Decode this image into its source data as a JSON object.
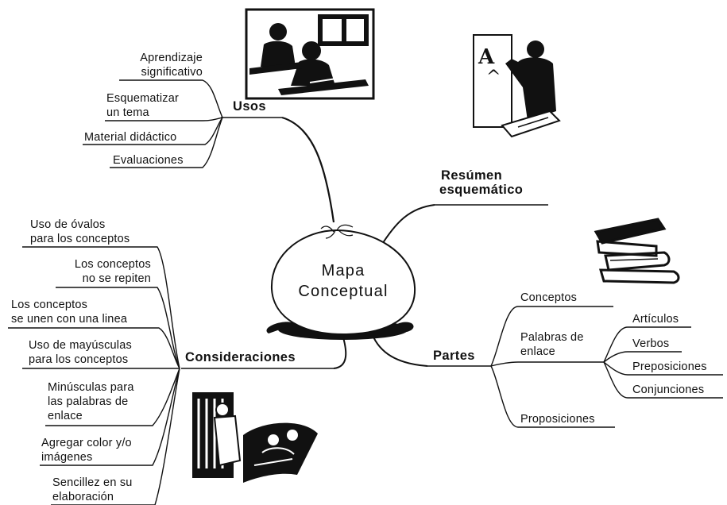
{
  "center": {
    "line1": "Mapa",
    "line2": "Conceptual"
  },
  "branches": {
    "usos": {
      "label": "Usos",
      "items": [
        {
          "l1": "Aprendizaje",
          "l2": "significativo"
        },
        {
          "l1": "Esquematizar",
          "l2": "un tema"
        },
        {
          "l1": "Material didáctico"
        },
        {
          "l1": "Evaluaciones"
        }
      ]
    },
    "resumen": {
      "line1": "Resúmen",
      "line2": "esquemático"
    },
    "partes": {
      "label": "Partes",
      "items": [
        {
          "l1": "Conceptos"
        },
        {
          "l1": "Palabras de",
          "l2": "enlace",
          "sub": [
            "Artículos",
            "Verbos",
            "Preposiciones",
            "Conjunciones"
          ]
        },
        {
          "l1": "Proposiciones"
        }
      ]
    },
    "consideraciones": {
      "label": "Consideraciones",
      "items": [
        {
          "l1": "Uso de óvalos",
          "l2": "para los conceptos"
        },
        {
          "l1": "Los conceptos",
          "l2": "no se repiten"
        },
        {
          "l1": "Los conceptos",
          "l2": "se unen con una linea"
        },
        {
          "l1": "Uso de mayúsculas",
          "l2": "para los conceptos"
        },
        {
          "l1": "Minúsculas para",
          "l2": "las palabras de",
          "l3": "enlace"
        },
        {
          "l1": "Agregar color y/o",
          "l2": "imágenes"
        },
        {
          "l1": "Sencillez en su",
          "l2": "elaboración"
        }
      ]
    }
  },
  "illustrations": [
    "students-writing-clipart",
    "teacher-at-board-clipart",
    "stacked-books-clipart",
    "library-readers-clipart"
  ]
}
